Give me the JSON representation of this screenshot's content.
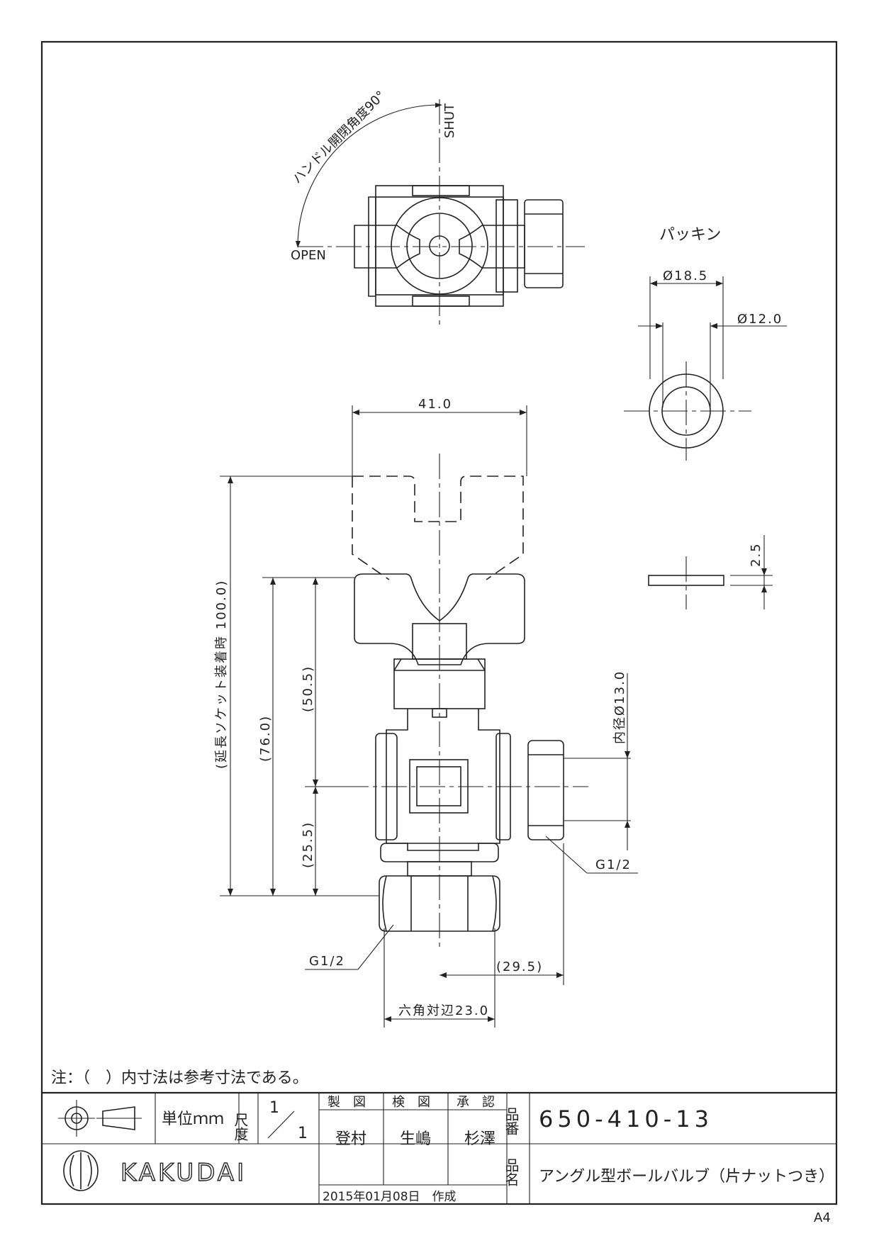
{
  "drawing": {
    "top_view": {
      "label_shut": "SHUT",
      "label_open": "OPEN",
      "label_handle_angle": "ハンドル開閉角度90°"
    },
    "packing": {
      "title": "パッキン",
      "dim_outer": "Ø18.5",
      "dim_inner": "Ø12.0",
      "dim_thickness": "2.5"
    },
    "front_view": {
      "dim_width": "41.0",
      "dim_extension": "(延長ソケット装着時 100.0)",
      "dim_total": "(76.0)",
      "dim_upper": "(50.5)",
      "dim_lower": "(25.5)",
      "dim_bore": "内径Ø13.0",
      "thread_outlet": "G1/2",
      "thread_inlet": "G1/2",
      "dim_offset": "(29.5)",
      "dim_hex": "六角対辺23.0"
    }
  },
  "note": "注：（　）内寸法は参考寸法である。",
  "title_block": {
    "unit_label": "単位ｍｍ",
    "scale_label": "尺度",
    "scale_value_top": "1",
    "scale_value_bottom": "1",
    "made_label": "製　図",
    "checked_label": "検　図",
    "approved_label": "承　認",
    "made_by": "登村",
    "checked_by": "生嶋",
    "approved_by": "杉澤",
    "date_created": "2015年01月08日　作成",
    "part_no_label": "品番",
    "part_no": "650-410-13",
    "part_name_label": "品名",
    "part_name": "アングル型ボールバルブ（片ナットつき）",
    "brand": "KAKUDAI"
  },
  "paper_size": "A4"
}
